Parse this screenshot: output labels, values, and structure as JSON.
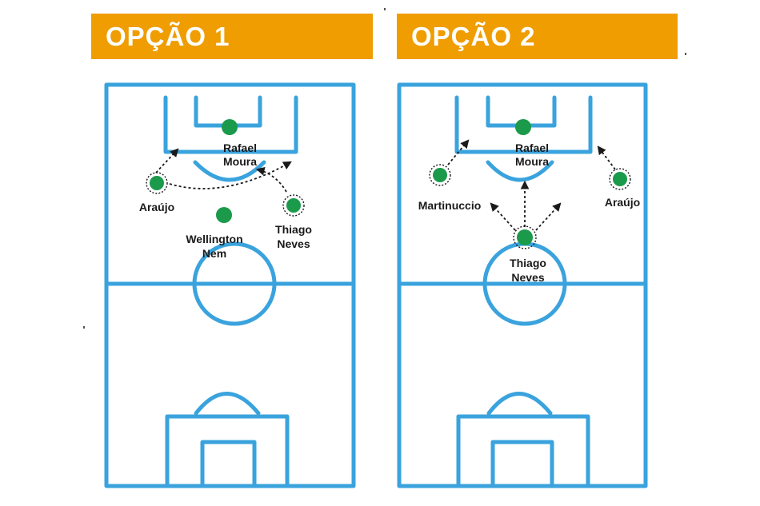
{
  "colors": {
    "banner": "#ef9d00",
    "banner_text": "#ffffff",
    "field_lines": "#3aa3dd",
    "player": "#1b9a4b",
    "arrow": "#1a1a1a",
    "label": "#1a1a1a"
  },
  "panels": [
    {
      "title": "OPÇÃO 1",
      "players": [
        {
          "id": "rafael-moura",
          "lines": [
            "Rafael",
            "Moura"
          ],
          "marker": "solid"
        },
        {
          "id": "araujo",
          "lines": [
            "Araújo"
          ],
          "marker": "dashed-ring"
        },
        {
          "id": "wellington-nem",
          "lines": [
            "Wellington",
            "Nem"
          ],
          "marker": "solid"
        },
        {
          "id": "thiago-neves",
          "lines": [
            "Thiago",
            "Neves"
          ],
          "marker": "dashed-ring"
        }
      ]
    },
    {
      "title": "OPÇÃO 2",
      "players": [
        {
          "id": "rafael-moura",
          "lines": [
            "Rafael",
            "Moura"
          ],
          "marker": "solid"
        },
        {
          "id": "martinuccio",
          "lines": [
            "Martinuccio"
          ],
          "marker": "dashed-ring"
        },
        {
          "id": "araujo",
          "lines": [
            "Araújo"
          ],
          "marker": "dashed-ring"
        },
        {
          "id": "thiago-neves",
          "lines": [
            "Thiago",
            "Neves"
          ],
          "marker": "dashed-ring"
        }
      ]
    }
  ]
}
